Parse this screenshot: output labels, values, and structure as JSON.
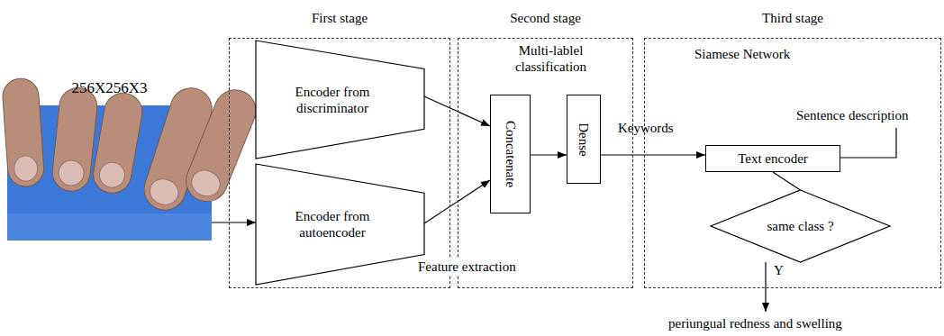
{
  "diagram": {
    "nodes": [
      {
        "text": [
          "256X256X3"
        ]
      },
      {
        "text": [
          "First stage"
        ]
      },
      {
        "text": [
          "Encoder from discriminator"
        ],
        "in": 1
      },
      {
        "text": [
          "Encoder from autoencoder"
        ],
        "in": 1
      },
      {
        "text": [
          "Second stage",
          "Multi-lablel classification"
        ]
      },
      {
        "text": [
          "Concatenate"
        ],
        "in": 4
      },
      {
        "text": [
          "Dense"
        ],
        "in": 4
      },
      {
        "text": [
          "Third stage",
          "Siamese Network"
        ]
      },
      {
        "text": [
          "Text encoder"
        ],
        "in": 7
      },
      {
        "text": [
          "same class ?"
        ],
        "in": 7
      }
    ],
    "edges": [
      {
        "from": 0,
        "to": 2,
        "arrow": "to"
      },
      {
        "from": 0,
        "to": 3,
        "arrow": "to"
      },
      {
        "from": 2,
        "to": 5,
        "arrow": "to"
      },
      {
        "from": 3,
        "to": 5,
        "arrow": "to"
      },
      {
        "from": 5,
        "to": 6,
        "arrow": "to"
      },
      {
        "from": 6,
        "to": 8,
        "label": "Keywords",
        "arrow": "to"
      },
      {
        "from": 8,
        "to": 9,
        "arrow": "none"
      }
    ],
    "labels": [
      "Feature extraction",
      "Sentence description",
      "Y",
      "periungual redness and swelling"
    ]
  }
}
